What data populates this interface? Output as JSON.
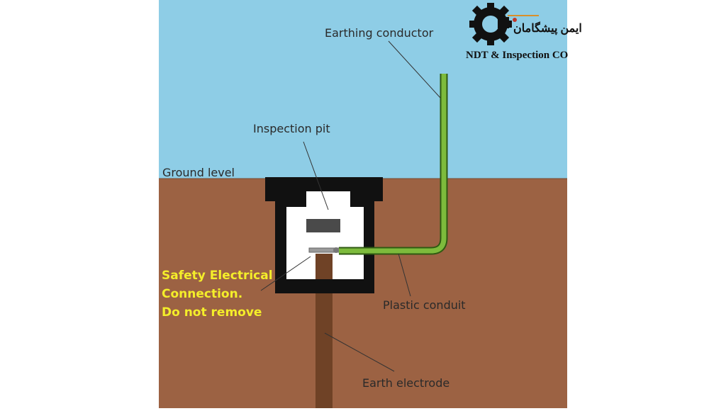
{
  "diagram": {
    "labels": {
      "earthing_conductor": "Earthing conductor",
      "inspection_pit": "Inspection pit",
      "ground_level": "Ground level",
      "plastic_conduit": "Plastic conduit",
      "earth_electrode": "Earth electrode"
    },
    "warning": {
      "line1": "Safety Electrical",
      "line2": "Connection.",
      "line3": "Do not remove"
    },
    "colors": {
      "sky": "#8ecde6",
      "soil": "#9c6243",
      "pit": "#111111",
      "conductor": "#7dbb3c",
      "electrode": "#6f4226",
      "warning_text": "#f4ee2a"
    }
  },
  "logo": {
    "persian_name": "ایمن پیشگامان",
    "english_name": "NDT & Inspection CO"
  }
}
